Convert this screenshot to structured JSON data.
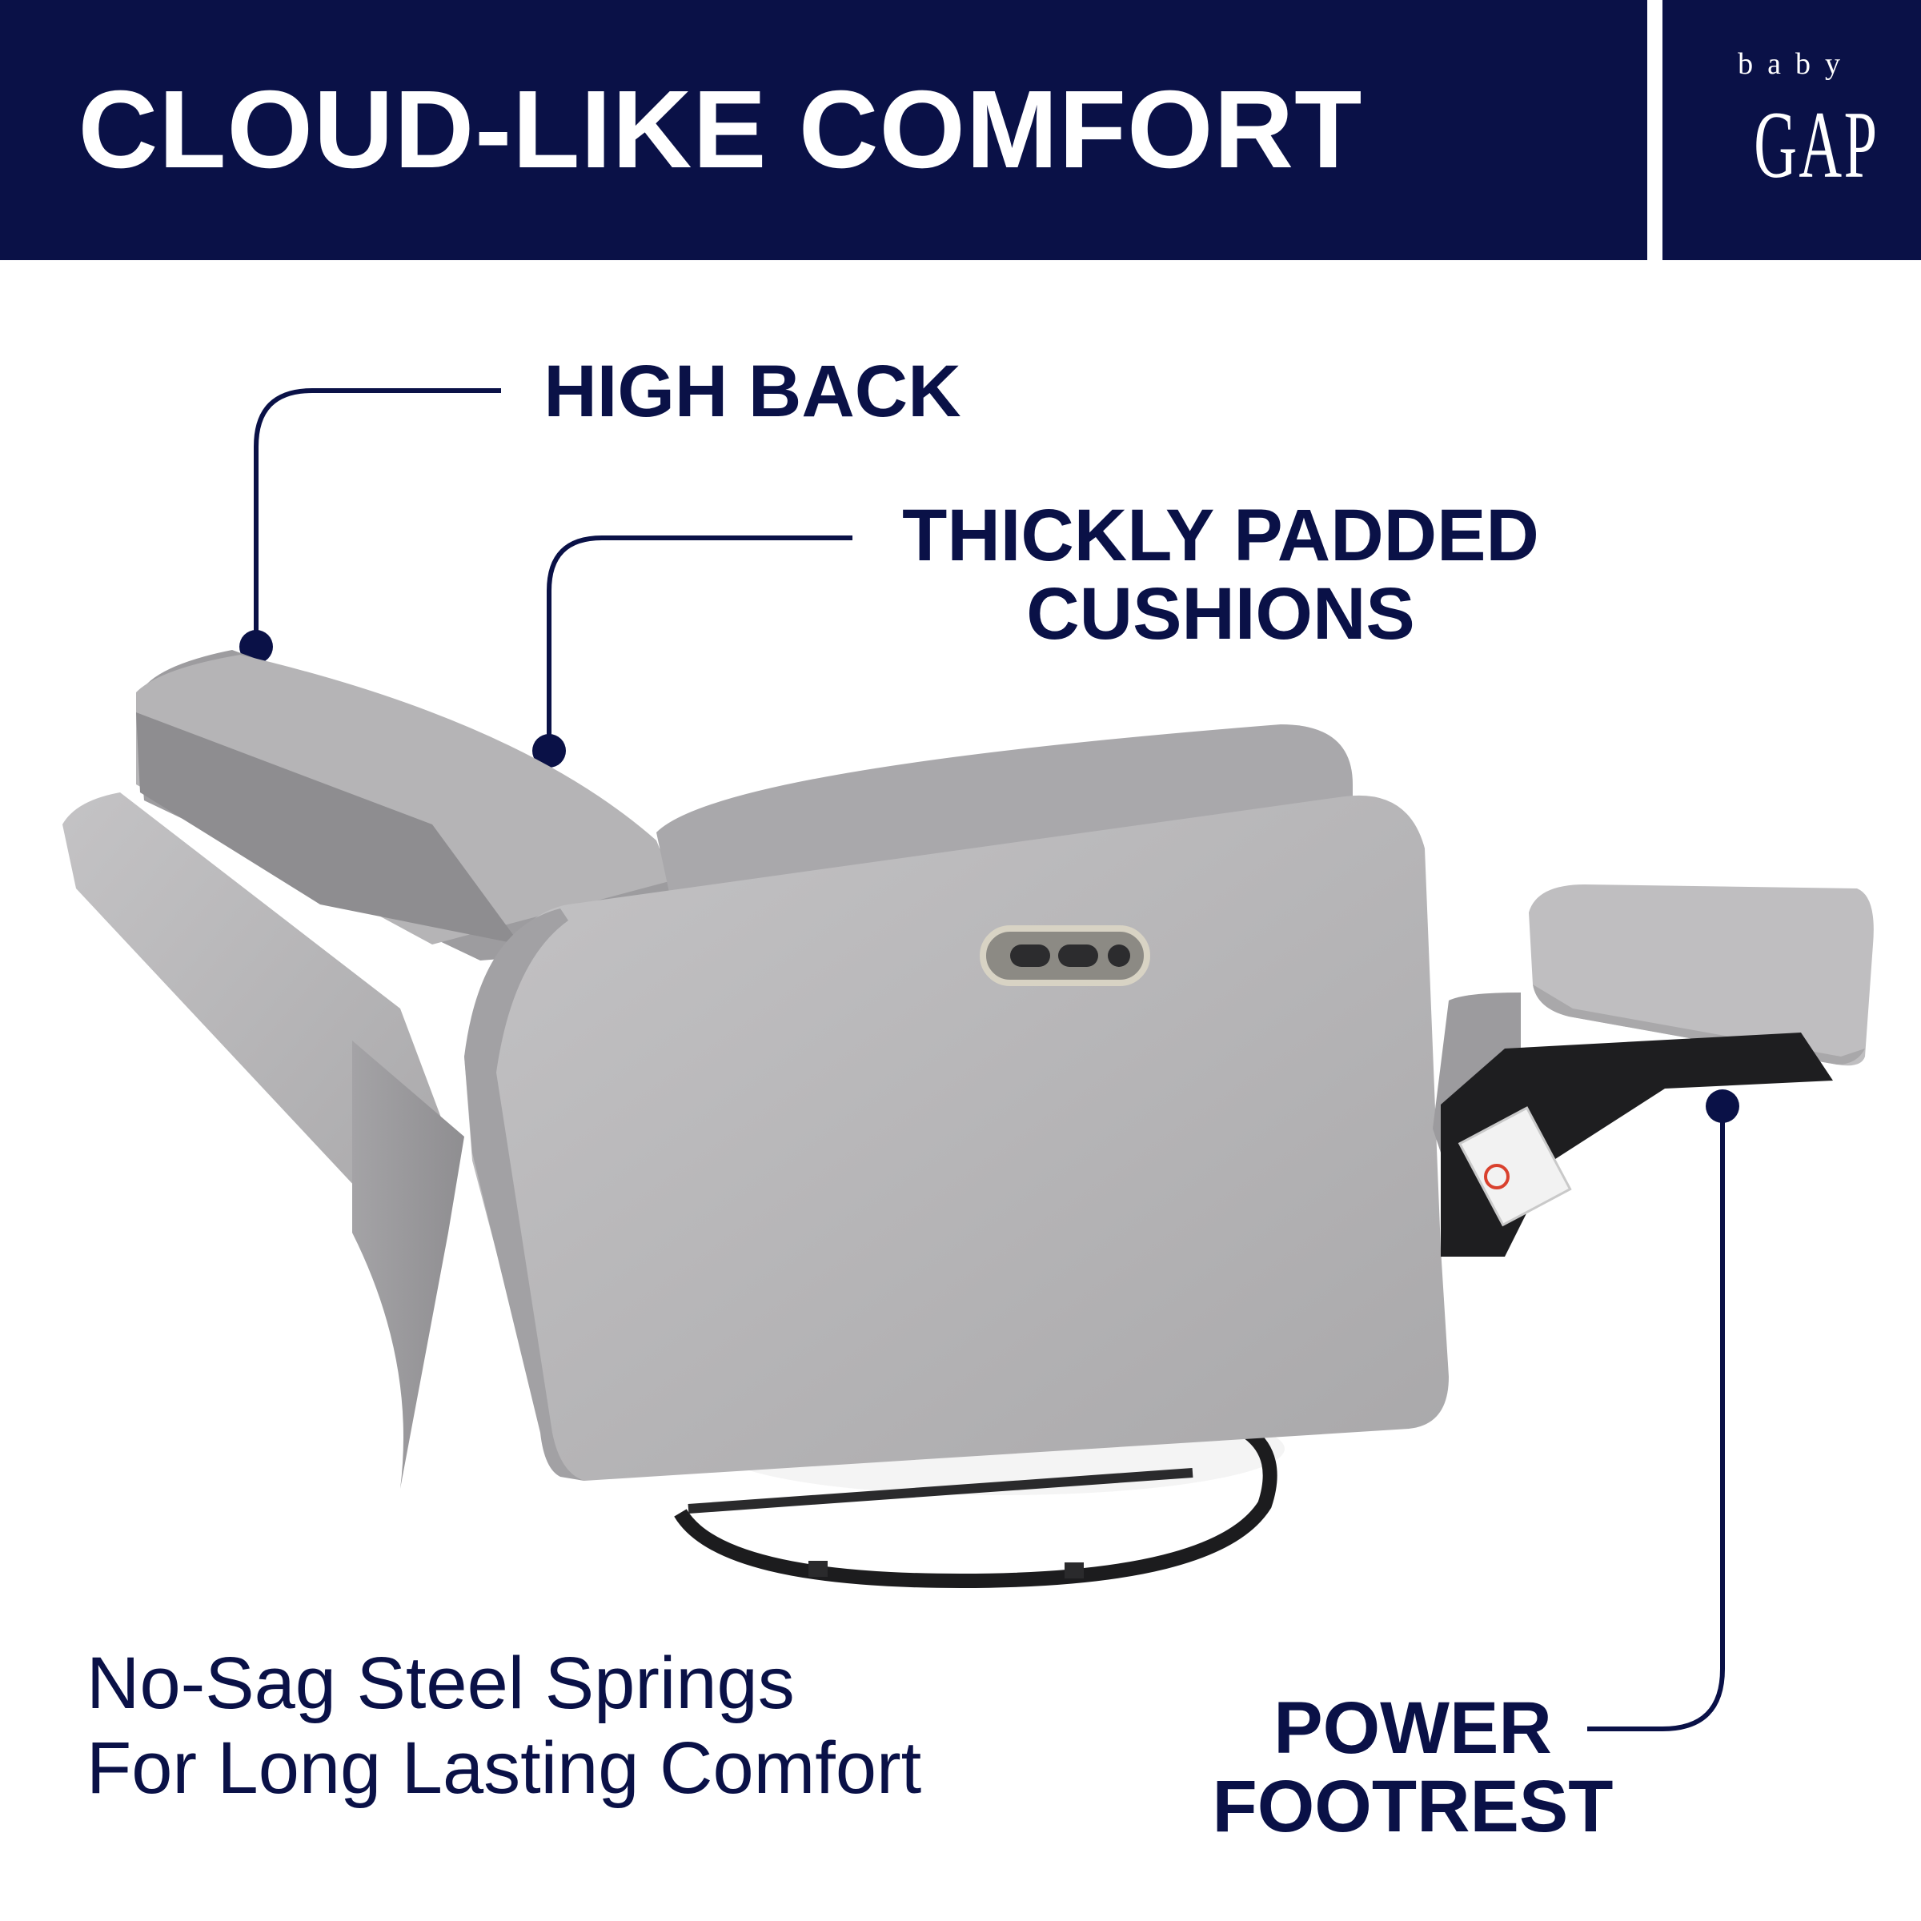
{
  "header": {
    "title": "CLOUD-LIKE COMFORT"
  },
  "logo": {
    "top": "baby",
    "bottom": "GAP"
  },
  "callouts": {
    "high_back": "HIGH BACK",
    "padded_line1": "THICKLY PADDED",
    "padded_line2": "CUSHIONS",
    "footrest_line1": "POWER",
    "footrest_line2": "FOOTREST",
    "springs_line1": "No-Sag Steel Springs",
    "springs_line2": "For Long Lasting Comfort"
  },
  "colors": {
    "navy": "#0a1147",
    "fabric": "#b9b8ba",
    "white": "#ffffff"
  }
}
